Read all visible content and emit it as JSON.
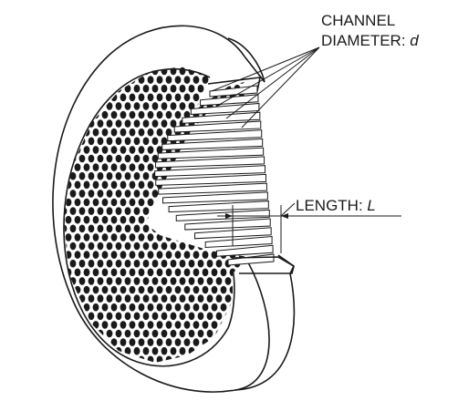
{
  "labels": {
    "channel_line1": "CHANNEL",
    "channel_line2": "DIAMETER: ",
    "channel_var": "d",
    "length_text": "LENGTH: ",
    "length_var": "L"
  },
  "colors": {
    "ink": "#1a1a1a",
    "face": "#ffffff",
    "hole": "#1a1a1a"
  }
}
